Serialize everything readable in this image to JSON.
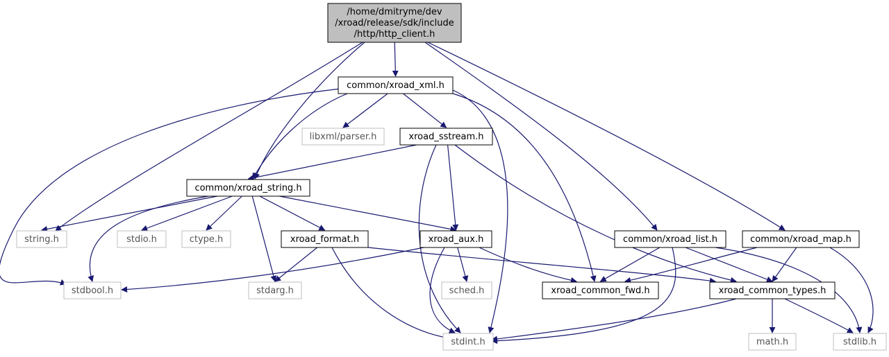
{
  "diagram": {
    "nodes": {
      "root": {
        "lines": [
          "/home/dmitryme/dev",
          "/xroad/release/sdk/include",
          "/http/http_client.h"
        ],
        "style": "root"
      },
      "xml": {
        "lines": [
          "common/xroad_xml.h"
        ],
        "style": "local"
      },
      "libxml": {
        "lines": [
          "libxml/parser.h"
        ],
        "style": "external"
      },
      "sstream": {
        "lines": [
          "xroad_sstream.h"
        ],
        "style": "local"
      },
      "xstring": {
        "lines": [
          "common/xroad_string.h"
        ],
        "style": "local"
      },
      "string_h": {
        "lines": [
          "string.h"
        ],
        "style": "external"
      },
      "stdio_h": {
        "lines": [
          "stdio.h"
        ],
        "style": "external"
      },
      "ctype_h": {
        "lines": [
          "ctype.h"
        ],
        "style": "external"
      },
      "format": {
        "lines": [
          "xroad_format.h"
        ],
        "style": "local"
      },
      "aux": {
        "lines": [
          "xroad_aux.h"
        ],
        "style": "local"
      },
      "list": {
        "lines": [
          "common/xroad_list.h"
        ],
        "style": "local"
      },
      "map": {
        "lines": [
          "common/xroad_map.h"
        ],
        "style": "local"
      },
      "stdbool_h": {
        "lines": [
          "stdbool.h"
        ],
        "style": "external"
      },
      "stdarg_h": {
        "lines": [
          "stdarg.h"
        ],
        "style": "external"
      },
      "sched_h": {
        "lines": [
          "sched.h"
        ],
        "style": "external"
      },
      "fwd": {
        "lines": [
          "xroad_common_fwd.h"
        ],
        "style": "local"
      },
      "types": {
        "lines": [
          "xroad_common_types.h"
        ],
        "style": "local"
      },
      "stdint_h": {
        "lines": [
          "stdint.h"
        ],
        "style": "external"
      },
      "math_h": {
        "lines": [
          "math.h"
        ],
        "style": "external"
      },
      "stdlib_h": {
        "lines": [
          "stdlib.h"
        ],
        "style": "external"
      }
    },
    "edges": [
      [
        "root",
        "xml"
      ],
      [
        "root",
        "xstring"
      ],
      [
        "root",
        "string_h"
      ],
      [
        "root",
        "list"
      ],
      [
        "root",
        "map"
      ],
      [
        "xml",
        "libxml"
      ],
      [
        "xml",
        "sstream"
      ],
      [
        "xml",
        "xstring"
      ],
      [
        "xml",
        "stdbool_h"
      ],
      [
        "xml",
        "fwd"
      ],
      [
        "xml",
        "stdint_h"
      ],
      [
        "sstream",
        "xstring"
      ],
      [
        "sstream",
        "aux"
      ],
      [
        "sstream",
        "stdint_h"
      ],
      [
        "sstream",
        "types"
      ],
      [
        "xstring",
        "string_h"
      ],
      [
        "xstring",
        "stdio_h"
      ],
      [
        "xstring",
        "ctype_h"
      ],
      [
        "xstring",
        "format"
      ],
      [
        "xstring",
        "aux"
      ],
      [
        "xstring",
        "stdarg_h"
      ],
      [
        "xstring",
        "stdbool_h"
      ],
      [
        "format",
        "stdarg_h"
      ],
      [
        "format",
        "stdint_h"
      ],
      [
        "format",
        "types"
      ],
      [
        "aux",
        "stdbool_h"
      ],
      [
        "aux",
        "sched_h"
      ],
      [
        "aux",
        "fwd"
      ],
      [
        "aux",
        "stdint_h"
      ],
      [
        "list",
        "fwd"
      ],
      [
        "list",
        "types"
      ],
      [
        "list",
        "stdint_h"
      ],
      [
        "list",
        "stdlib_h"
      ],
      [
        "map",
        "fwd"
      ],
      [
        "map",
        "types"
      ],
      [
        "map",
        "stdlib_h"
      ],
      [
        "types",
        "stdint_h"
      ],
      [
        "types",
        "math_h"
      ],
      [
        "types",
        "stdlib_h"
      ]
    ],
    "colors": {
      "edge": "#191970",
      "root_fill": "#bfbfbf",
      "local_border": "#000000",
      "external_border": "#bfbfbf",
      "external_text": "#555555"
    }
  }
}
